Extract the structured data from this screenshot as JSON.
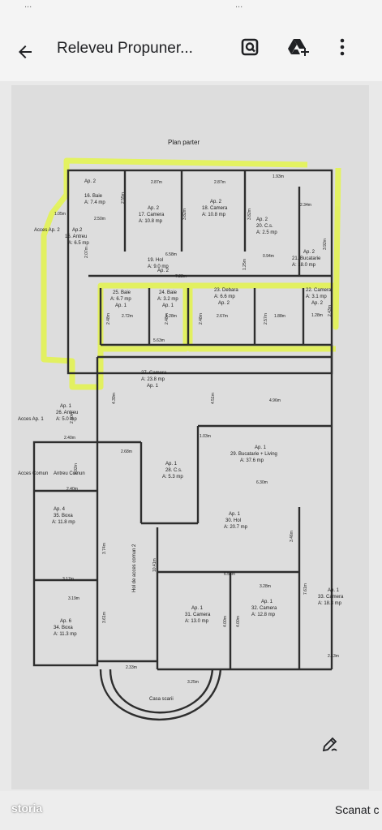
{
  "app": {
    "title": "Releveu Propuner...",
    "status_left": "...",
    "status_right": "..."
  },
  "plan": {
    "heading": "Plan parter",
    "rooms": [
      {
        "ap": "Ap. 2",
        "name": "16. Baie",
        "area": "A: 7.4 mp"
      },
      {
        "ap": "Ap. 2",
        "name": "17. Camera",
        "area": "A: 10.8 mp"
      },
      {
        "ap": "Ap. 2",
        "name": "18. Camera",
        "area": "A: 10.8 mp"
      },
      {
        "ap": "Ap. 2",
        "name": "20. C.s.",
        "area": "A: 2.5 mp"
      },
      {
        "ap": "Ap. 2",
        "name": "21. Bucatarie",
        "area": "A: 18.0 mp"
      },
      {
        "ap": "Ap.2",
        "name": "15. Antreu",
        "area": "A: 6.5 mp"
      },
      {
        "ap": "Ap. 2",
        "name": "19. Hol",
        "area": "A: 9.0 mp"
      },
      {
        "ap": "Ap. 1",
        "name": "25. Baie",
        "area": "A: 6.7 mp"
      },
      {
        "ap": "Ap. 1",
        "name": "24. Baie",
        "area": "A: 3.2 mp"
      },
      {
        "ap": "Ap. 2",
        "name": "23. Debara",
        "area": "A: 6.6 mp"
      },
      {
        "ap": "Ap. 2",
        "name": "22. Camera",
        "area": "A: 3.1 mp"
      },
      {
        "ap": "Ap. 1",
        "name": "27. Camera",
        "area": "A: 23.8 mp"
      },
      {
        "ap": "Ap. 1",
        "name": "26. Antreu",
        "area": "A: 5.0 mp"
      },
      {
        "ap": "Ap. 1",
        "name": "29. Bucatarie + Living",
        "area": "A: 37.6 mp"
      },
      {
        "ap": "Ap. 1",
        "name": "28. C.s.",
        "area": "A: 5.3 mp"
      },
      {
        "ap": "",
        "name": "Antreu Comun",
        "area": ""
      },
      {
        "ap": "Ap. 4",
        "name": "35. Boxa",
        "area": "A: 11.8 mp"
      },
      {
        "ap": "Ap. 1",
        "name": "30. Hol",
        "area": "A: 20.7 mp"
      },
      {
        "ap": "Ap. 1",
        "name": "33. Camera",
        "area": "A: 18.3 mp"
      },
      {
        "ap": "Ap. 6",
        "name": "34. Boxa",
        "area": "A: 11.3 mp"
      },
      {
        "ap": "Ap. 1",
        "name": "31. Camera",
        "area": "A: 13.0 mp"
      },
      {
        "ap": "Ap. 1",
        "name": "32. Camera",
        "area": "A: 12.8 mp"
      }
    ],
    "access": {
      "ap2": "Acces Ap. 2",
      "ap1": "Acces Ap. 1",
      "comun": "Acces Comun"
    },
    "corridor": "Hol de acces comun 2",
    "stair": "Casa scarii",
    "dims": {
      "d1": "1.93m",
      "d2": "2.87m",
      "d3": "2.87m",
      "d4": "2.34m",
      "d5": "2.50m",
      "d6": "1.05m",
      "d7": "0.94m",
      "d8": "7.22m",
      "d9": "2.72m",
      "d10": "1.28m",
      "d11": "2.67m",
      "d12": "1.88m",
      "d13": "1.28m",
      "d14": "5.63m",
      "d15": "4.96m",
      "d16": "2.40m",
      "d17": "2.68m",
      "d18": "1.03m",
      "d19": "6.30m",
      "d20": "2.40m",
      "d21": "3.17m",
      "d22": "6.58m",
      "d23": "3.28m",
      "d24": "3.19m",
      "d25": "2.33m",
      "d26": "3.25m",
      "d27": "2.13m",
      "d28": "10.41m",
      "d29": "3.74m",
      "d30": "3.61m",
      "d31": "4.00m",
      "d32": "4.00m",
      "d33": "7.61m",
      "d34": "3.46m",
      "d35": "4.39m",
      "d36": "4.51m",
      "d37": "2.10m",
      "d38": "2.02m",
      "d39": "2.55m",
      "d40": "3.82m",
      "d41": "3.82m",
      "d42": "3.92m",
      "d43": "2.07m",
      "d44": "2.48m",
      "d45": "2.48m",
      "d46": "2.48m",
      "d47": "2.57m",
      "d48": "2.43m",
      "d49": "1.25m",
      "d50": "6.58m"
    }
  },
  "bottom": {
    "logo": "storia",
    "scan": "Scanat c"
  },
  "colors": {
    "highlight": "#e3f25a",
    "wall": "#2d2d2d",
    "paper": "#dddddd",
    "bar": "#f4f4f4"
  },
  "icons": {
    "back": "arrow-left-icon",
    "lens": "lens-search-icon",
    "drive": "drive-add-icon",
    "more": "more-vertical-icon",
    "edit": "edit-pen-icon"
  }
}
